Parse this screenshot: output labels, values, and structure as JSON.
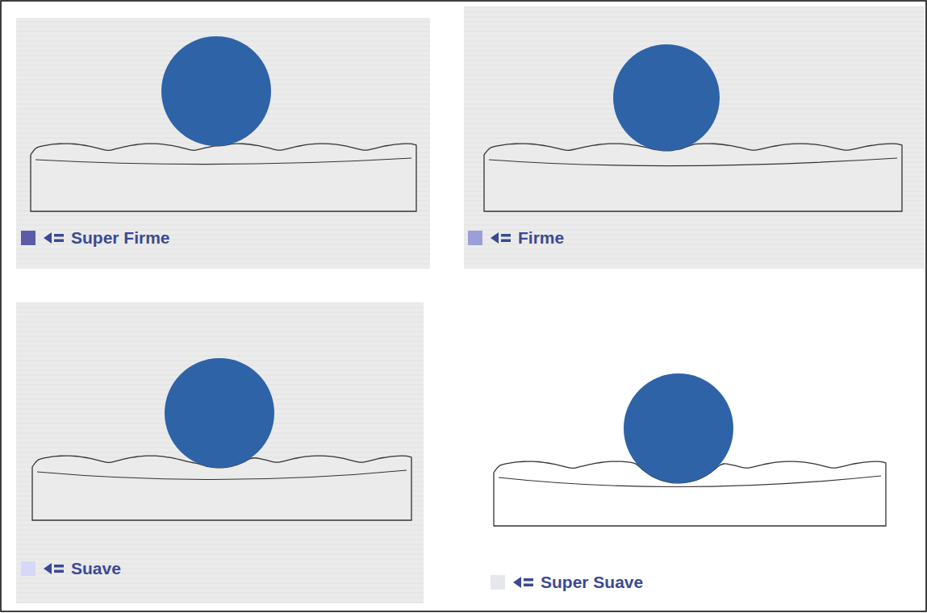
{
  "diagram": {
    "legend": [
      {
        "text": "Super Firme",
        "color": "#5c5ba8"
      },
      {
        "text": "Firme",
        "color": "#9c9ed8"
      },
      {
        "text": "Suave",
        "color": "#d6d8f7"
      },
      {
        "text": "Super Suave",
        "color": "#e6e7ea"
      }
    ]
  }
}
